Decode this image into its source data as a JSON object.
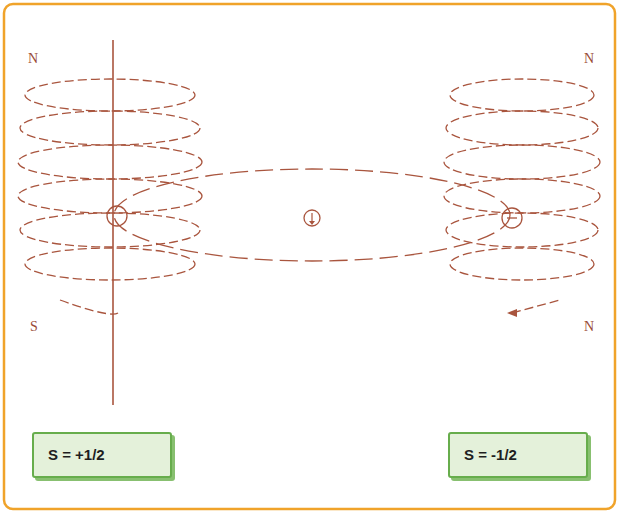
{
  "diagram": {
    "nodes": [
      {
        "text": [
          "S = +1/2"
        ]
      },
      {
        "text": [
          "S = -1/2"
        ]
      }
    ],
    "labels": [
      "N",
      "S",
      "N",
      "N"
    ]
  }
}
